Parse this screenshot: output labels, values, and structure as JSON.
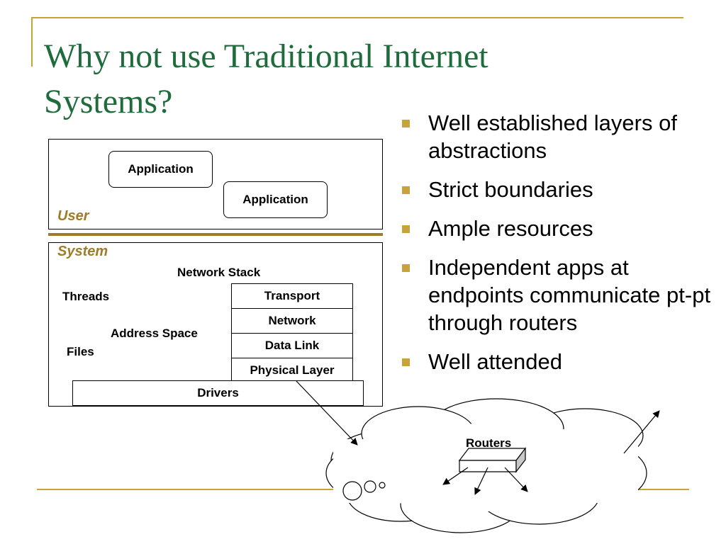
{
  "slide": {
    "title": "Why not use Traditional Internet Systems?",
    "colors": {
      "title": "#1e6b3c",
      "accent": "#c8a23a",
      "section_label": "#a07c28"
    }
  },
  "diagram": {
    "user_panel": {
      "label": "User",
      "applications": [
        "Application",
        "Application"
      ]
    },
    "system_panel": {
      "label": "System",
      "network_stack_label": "Network Stack",
      "threads_label": "Threads",
      "address_space_label": "Address Space",
      "files_label": "Files",
      "layers": [
        "Transport",
        "Network",
        "Data Link",
        "Physical Layer"
      ],
      "drivers_label": "Drivers"
    },
    "cloud": {
      "routers_label": "Routers"
    }
  },
  "bullets": [
    "Well established layers of abstractions",
    "Strict boundaries",
    "Ample resources",
    "Independent apps at endpoints communicate pt-pt through routers",
    "Well attended"
  ]
}
